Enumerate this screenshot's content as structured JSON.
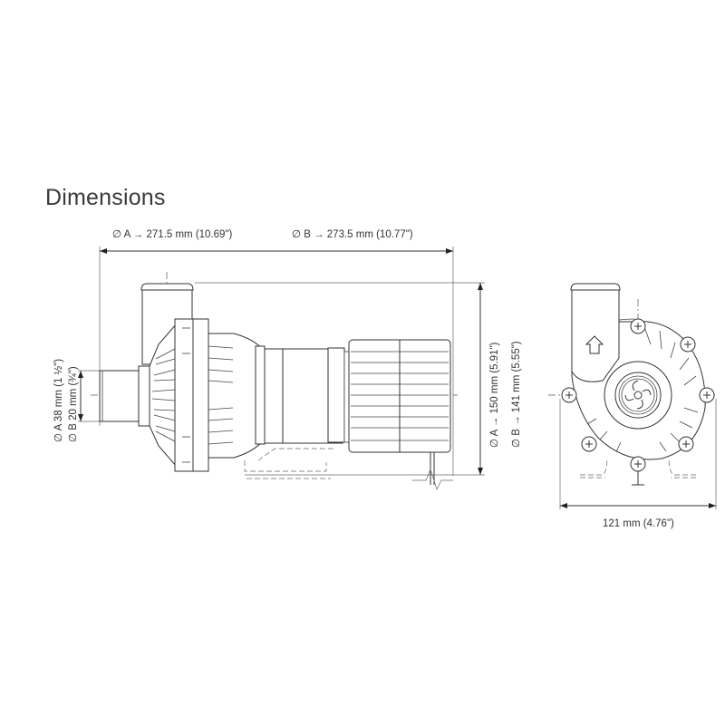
{
  "title": "Dimensions",
  "side_view": {
    "length_label_a": "∅ A → 271.5 mm (10.69\")",
    "length_label_b": "∅ B → 273.5 mm (10.77\")",
    "height_label_a": "∅ A → 150 mm (5.91\")",
    "height_label_b": "∅ B → 141 mm (5.55\")",
    "inlet_label_a": "∅ A  38 mm (1 ½\")",
    "inlet_label_b": "∅ B  20 mm (¾\")"
  },
  "front_view": {
    "width_label": "121 mm (4.76\")",
    "flow_arrow": "up-arrow-icon"
  }
}
